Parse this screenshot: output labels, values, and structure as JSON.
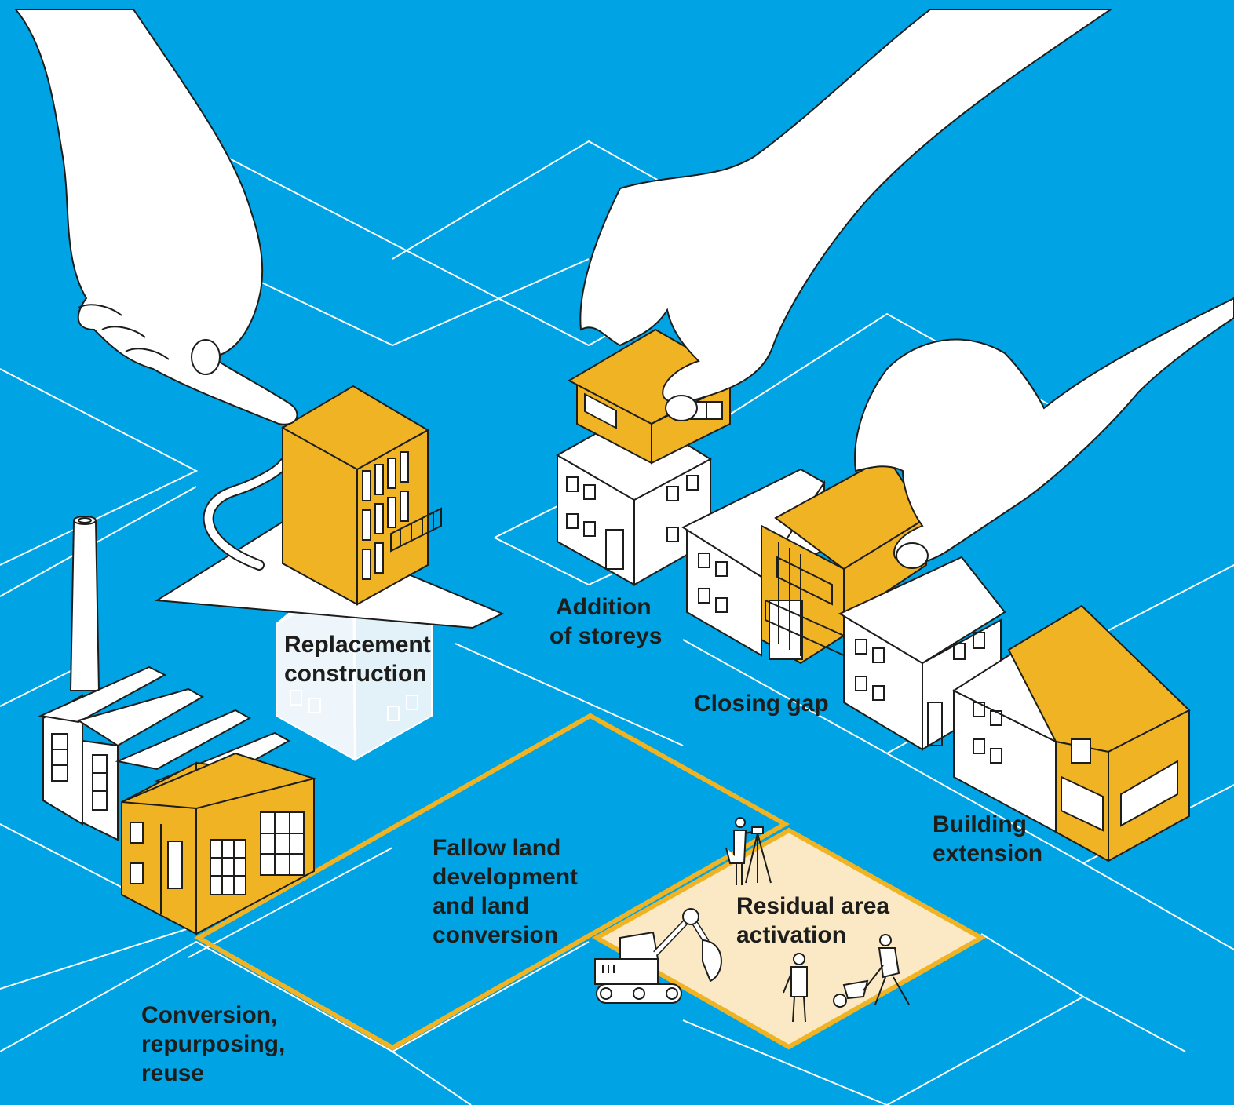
{
  "colors": {
    "background": "#00a3e3",
    "grid": "#ffffff",
    "accent": "#f0b323",
    "residual_area_fill": "#fbe9c6",
    "outline": "#1d1d1b",
    "building_white": "#ffffff",
    "ghost_building": "#eef6fb"
  },
  "labels": {
    "replacement": [
      "Replacement",
      "construction"
    ],
    "addition": [
      "Addition",
      "of storeys"
    ],
    "closing_gap": [
      "Closing gap"
    ],
    "building_extension": [
      "Building",
      "extension"
    ],
    "fallow_land": [
      "Fallow land",
      "development",
      "and land",
      "conversion"
    ],
    "residual_area": [
      "Residual area",
      "activation"
    ],
    "conversion": [
      "Conversion,",
      "repurposing,",
      "reuse"
    ]
  },
  "icons": [
    "hand-with-trowel-icon",
    "hand-placing-storey-icon",
    "hand-inserting-house-icon",
    "factory-chimney-icon",
    "excavator-icon",
    "surveyor-with-tripod-icon",
    "worker-icon",
    "worker-with-wheelbarrow-icon"
  ]
}
